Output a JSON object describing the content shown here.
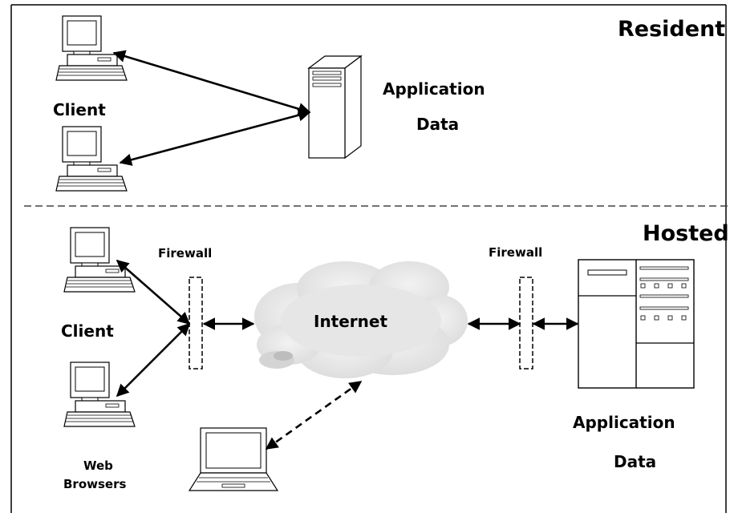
{
  "resident": {
    "heading": "Resident",
    "client_label": "Client",
    "app_label_1": "Application",
    "app_label_2": "Data"
  },
  "hosted": {
    "heading": "Hosted",
    "firewall_left_label": "Firewall",
    "firewall_right_label": "Firewall",
    "client_label": "Client",
    "internet_label": "Internet",
    "web_label_1": "Web",
    "web_label_2": "Browsers",
    "app_label_1": "Application",
    "app_label_2": "Data"
  }
}
